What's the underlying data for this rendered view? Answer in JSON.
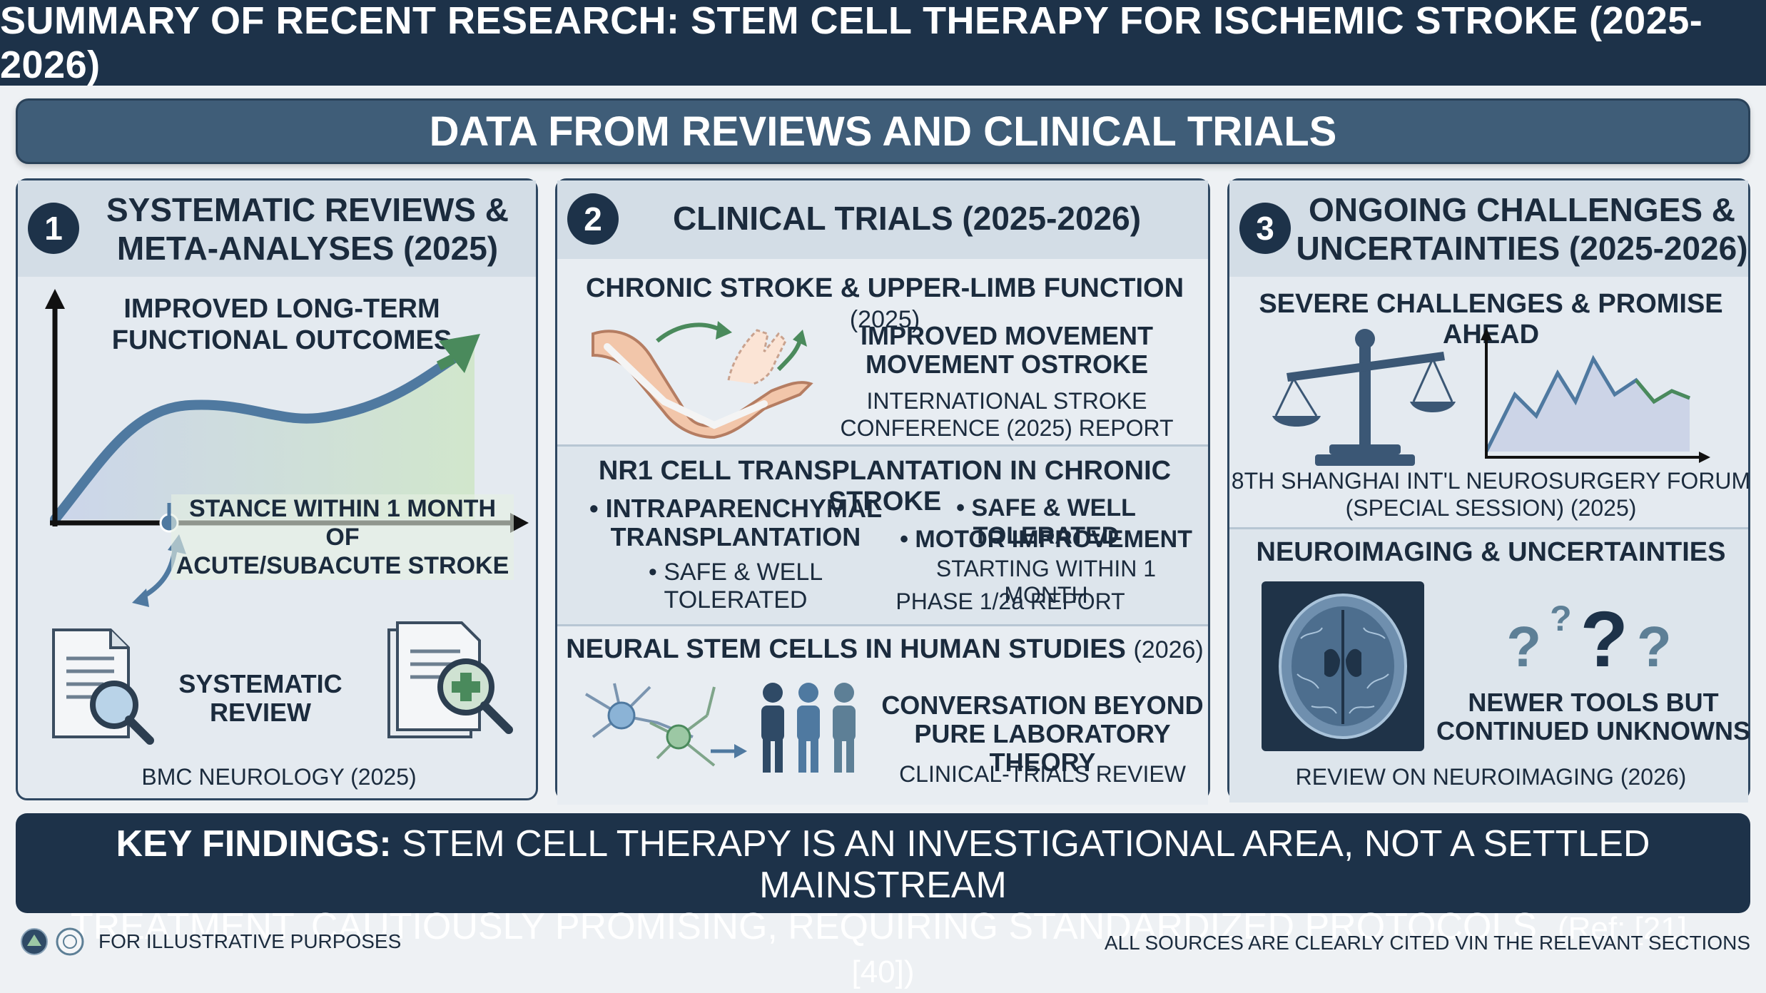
{
  "header": {
    "title": "SUMMARY OF RECENT RESEARCH: STEM CELL THERAPY FOR ISCHEMIC STROKE (2025-2026)"
  },
  "subheader": {
    "title": "DATA FROM REVIEWS AND CLINICAL TRIALS"
  },
  "panel1": {
    "number": "1",
    "title_line1": "SYSTEMATIC REVIEWS &",
    "title_line2": "META-ANALYSES (2025)",
    "chart_title_line1": "IMPROVED LONG-TERM",
    "chart_title_line2": "FUNCTIONAL OUTCOMES",
    "chart_note_line1": "STANCE WITHIN 1 MONTH OF",
    "chart_note_line2": "ACUTE/SUBACUTE STROKE",
    "review_label_line1": "SYSTEMATIC",
    "review_label_line2": "REVIEW",
    "source": "BMC NEUROLOGY (2025)"
  },
  "panel2": {
    "number": "2",
    "title": "CLINICAL TRIALS (2025-2026)",
    "s1": {
      "title": "CHRONIC STROKE & UPPER-LIMB FUNCTION",
      "year": "(2025)",
      "result_line1": "IMPROVED MOVEMENT",
      "result_line2": "MOVEMENT OSTROKE",
      "source_line1": "INTERNATIONAL STROKE",
      "source_line2": "CONFERENCE (2025) REPORT"
    },
    "s2": {
      "title": "NR1 CELL TRANSPLANTATION IN CHRONIC STROKE",
      "left_b1_line1": "INTRAPARENCHYMAL",
      "left_b1_line2": "TRANSPLANTATION",
      "left_b2": "SAFE & WELL TOLERATED",
      "right_b1": "SAFE & WELL TOLERATED",
      "right_b2": "MOTOR IMPROVEMENT",
      "right_b2_sub": "STARTING WITHIN 1 MONTH",
      "source": "PHASE 1/2a REPORT"
    },
    "s3": {
      "title": "NEURAL STEM CELLS IN HUMAN STUDIES",
      "year": "(2026)",
      "text_line1": "CONVERSATION BEYOND",
      "text_line2": "PURE LABORATORY THEORY",
      "source": "CLINICAL-TRIALS REVIEW"
    }
  },
  "panel3": {
    "number": "3",
    "title_line1": "ONGOING CHALLENGES &",
    "title_line2": "UNCERTAINTIES (2025-2026)",
    "s1": {
      "title": "SEVERE CHALLENGES & PROMISE AHEAD",
      "source_line1": "8TH SHANGHAI INT'L NEUROSURGERY FORUM",
      "source_line2": "(SPECIAL SESSION) (2025)"
    },
    "s2": {
      "title": "NEUROIMAGING & UNCERTAINTIES",
      "text_line1": "NEWER TOOLS BUT",
      "text_line2": "CONTINUED UNKNOWNS",
      "source": "REVIEW ON NEUROIMAGING (2026)"
    }
  },
  "key_findings": {
    "label": "KEY FINDINGS:",
    "line1": "STEM CELL THERAPY IS AN INVESTIGATIONAL AREA, NOT A SETTLED MAINSTREAM",
    "line2": "TREATMENT. CAUTIOUSLY PROMISING, REQUIRING STANDARDIZED PROTOCOLS.",
    "ref": "(Ref: [21], [40])"
  },
  "footer": {
    "left": "FOR ILLUSTRATIVE PURPOSES",
    "right": "ALL SOURCES ARE CLEARLY CITED VIN THE RELEVANT SECTIONS"
  },
  "colors": {
    "navy": "#1d3249",
    "slate": "#3f5d78",
    "green": "#4a8a5c",
    "steel": "#4f6f8c"
  }
}
